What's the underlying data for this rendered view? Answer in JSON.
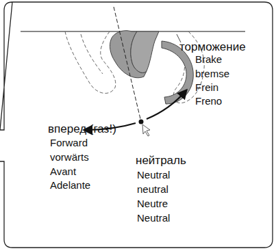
{
  "diagram": {
    "labels": [
      "торможение",
      "Brake",
      "bremse",
      "Frein",
      "Freno",
      "вперед (газ!)",
      "Forward",
      "vorwärts",
      "Avant",
      "Adelante",
      "нейтраль",
      "Neutral",
      "neutral",
      "Neutre",
      "Neutral"
    ]
  }
}
